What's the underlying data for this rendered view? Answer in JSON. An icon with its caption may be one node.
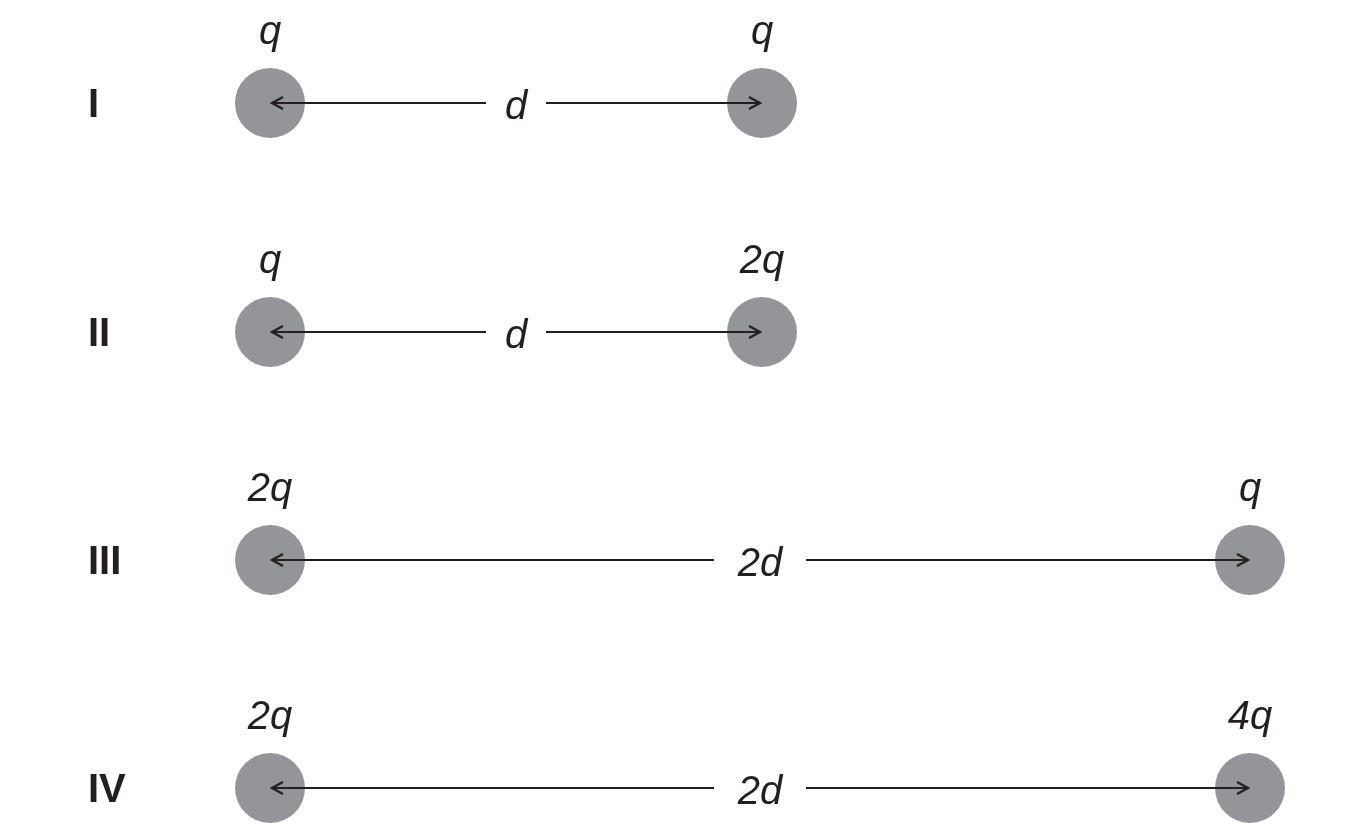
{
  "diagram": {
    "nodes": [
      {
        "text": [
          "q"
        ]
      },
      {
        "text": [
          "q"
        ]
      },
      {
        "text": [
          "q"
        ]
      },
      {
        "text": [
          "2q"
        ]
      },
      {
        "text": [
          "2q"
        ]
      },
      {
        "text": [
          "q"
        ]
      },
      {
        "text": [
          "2q"
        ]
      },
      {
        "text": [
          "4q"
        ]
      }
    ],
    "labels": [
      "I",
      "d",
      "II",
      "d",
      "III",
      "2d",
      "IV",
      "2d"
    ]
  }
}
